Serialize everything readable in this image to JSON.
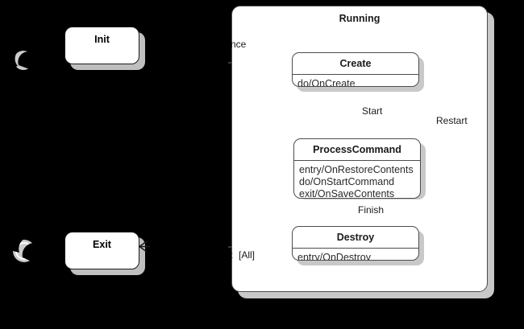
{
  "diagram": {
    "type": "uml-state-machine",
    "background_color": "#000000",
    "box_fill": "#ffffff",
    "border_color": "#4d4d4d",
    "shadow_color": "#c8c8c8"
  },
  "pseudo_states": [
    {
      "name": "initial-pseudostate",
      "kind": "initial",
      "label": ""
    },
    {
      "name": "final-pseudostate",
      "kind": "final",
      "label": ""
    }
  ],
  "plain_states": [
    {
      "id": "init",
      "label": "Init"
    },
    {
      "id": "exit",
      "label": "Exit"
    }
  ],
  "composite": {
    "id": "running",
    "title": "Running",
    "substates": [
      {
        "id": "create",
        "title": "Create",
        "actions": "do/OnCreate"
      },
      {
        "id": "process-command",
        "title": "ProcessCommand",
        "actions": "entry/OnRestoreContents\ndo/OnStartCommand\nexit/OnSaveContents"
      },
      {
        "id": "destroy",
        "title": "Destroy",
        "actions": "entry/OnDestroy"
      }
    ]
  },
  "transitions": [
    {
      "id": "to-create",
      "label": "nce",
      "clipped": true
    },
    {
      "id": "create-to-process",
      "label": "Start",
      "clipped": false
    },
    {
      "id": "process-restart",
      "label": "Restart",
      "clipped": false
    },
    {
      "id": "process-to-destroy",
      "label": "Finish",
      "clipped": false
    },
    {
      "id": "destroy-to-exit",
      "label": "e :  [All]",
      "clipped": true
    }
  ]
}
